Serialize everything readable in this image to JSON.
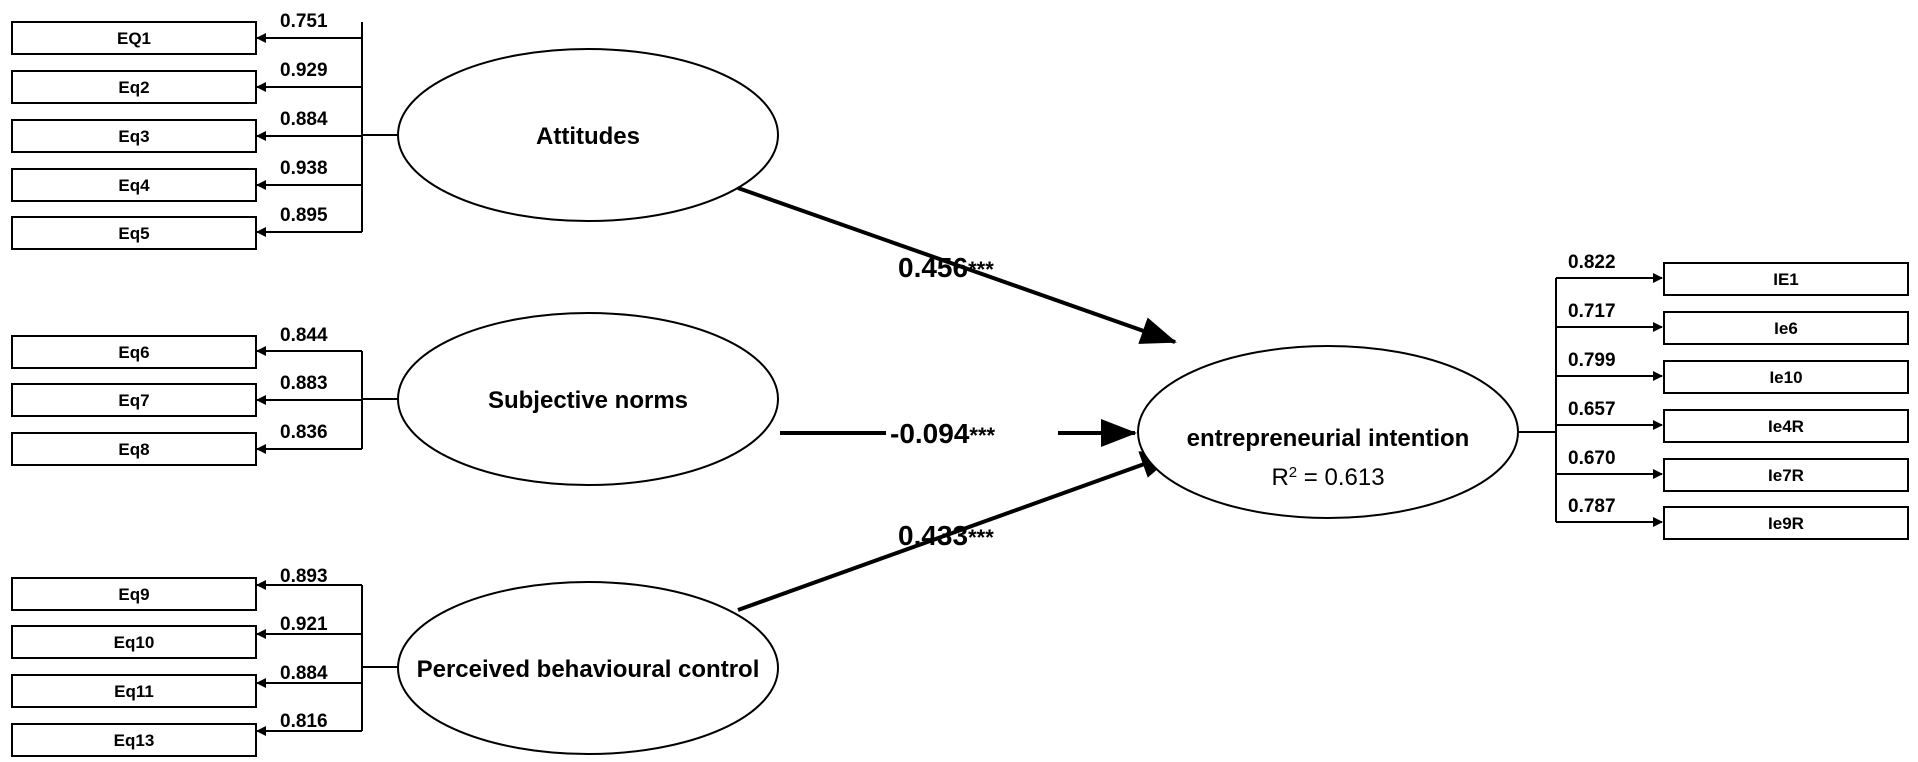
{
  "latents": {
    "attitudes": "Attitudes",
    "subjective_norms": "Subjective norms",
    "pbc": "Perceived behavioural control",
    "intention": "entrepreneurial intention",
    "r2_label": "R",
    "r2_sup": "2",
    "r2_value": " = 0.613"
  },
  "attitudes_indicators": [
    {
      "label": "EQ1",
      "loading": "0.751"
    },
    {
      "label": "Eq2",
      "loading": "0.929"
    },
    {
      "label": "Eq3",
      "loading": "0.884"
    },
    {
      "label": "Eq4",
      "loading": "0.938"
    },
    {
      "label": "Eq5",
      "loading": "0.895"
    }
  ],
  "norms_indicators": [
    {
      "label": "Eq6",
      "loading": "0.844"
    },
    {
      "label": "Eq7",
      "loading": "0.883"
    },
    {
      "label": "Eq8",
      "loading": "0.836"
    }
  ],
  "pbc_indicators": [
    {
      "label": "Eq9",
      "loading": "0.893"
    },
    {
      "label": "Eq10",
      "loading": "0.921"
    },
    {
      "label": "Eq11",
      "loading": "0.884"
    },
    {
      "label": "Eq13",
      "loading": "0.816"
    }
  ],
  "intention_indicators": [
    {
      "label": "IE1",
      "loading": "0.822"
    },
    {
      "label": "Ie6",
      "loading": "0.717"
    },
    {
      "label": "Ie10",
      "loading": "0.799"
    },
    {
      "label": "Ie4R",
      "loading": "0.657"
    },
    {
      "label": "Ie7R",
      "loading": "0.670"
    },
    {
      "label": "Ie9R",
      "loading": "0.787"
    }
  ],
  "paths": {
    "attitudes": "0.456",
    "norms": "-0.094",
    "pbc": "0.433",
    "significance": "***"
  }
}
